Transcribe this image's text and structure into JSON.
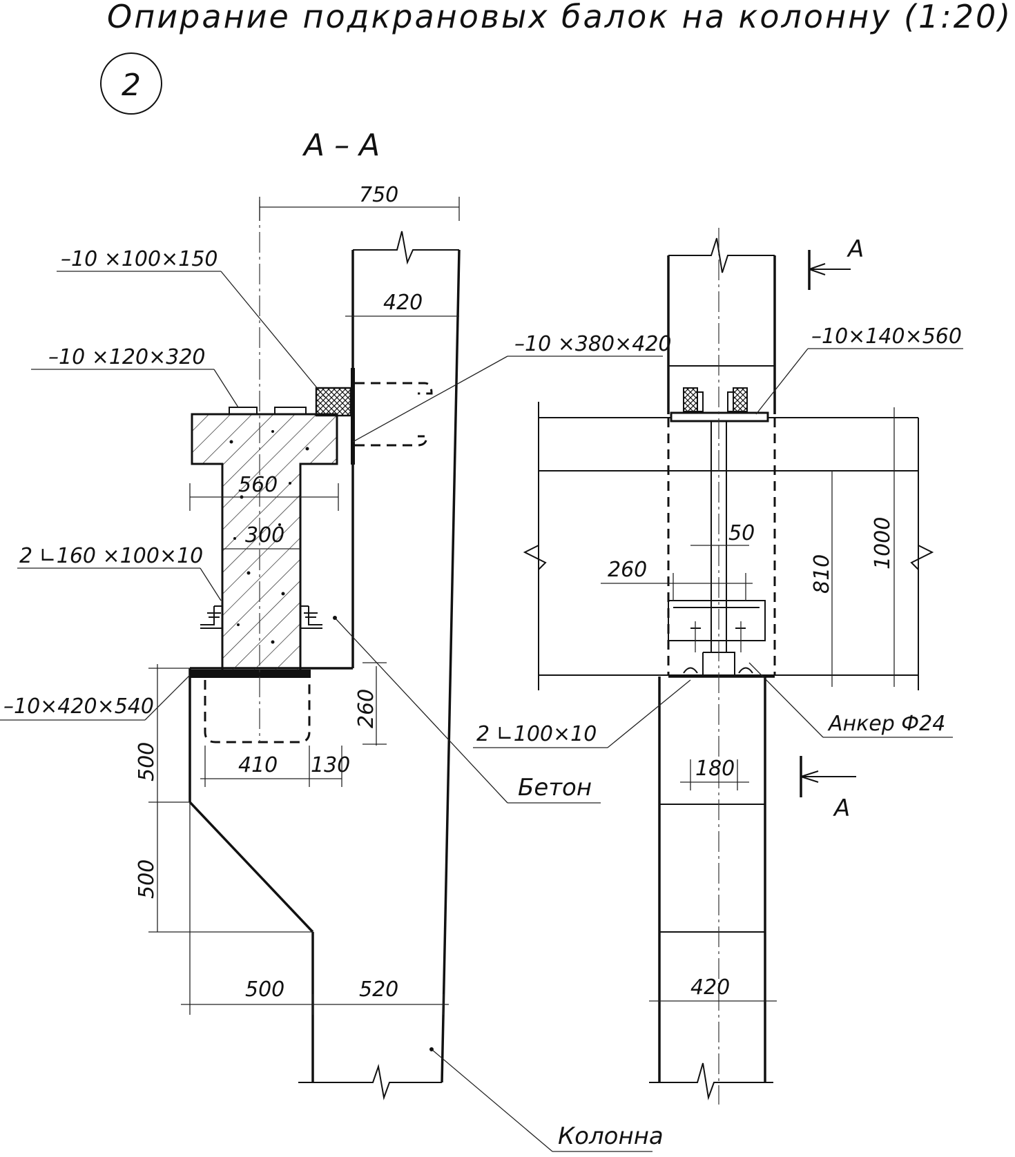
{
  "title": "Опирание подкрановых балок на колонну (1:20)",
  "sheet_number": "2",
  "section_label": "А – А",
  "section_marker": "А",
  "callouts": {
    "plate_100x150": "–10 ×100×150",
    "plate_120x320": "–10 ×120×320",
    "plate_380x420": "–10 ×380×420",
    "plate_140x560": "–10×140×560",
    "angle_160": "2 ∟160 ×100×10",
    "plate_420x540": "–10×420×540",
    "angle_100": "2 ∟100×10",
    "anchor": "Анкер Ф24",
    "concrete": "Бетон",
    "column": "Колонна"
  },
  "dimensions": {
    "d750": "750",
    "d420_top": "420",
    "d560": "560",
    "d300": "300",
    "d260_left": "260",
    "d410": "410",
    "d130": "130",
    "d500_a": "500",
    "d500_b": "500",
    "d500_c": "500",
    "d520": "520",
    "d50": "50",
    "d260_right": "260",
    "d810": "810",
    "d1000": "1000",
    "d180": "180",
    "d420_bottom": "420"
  }
}
